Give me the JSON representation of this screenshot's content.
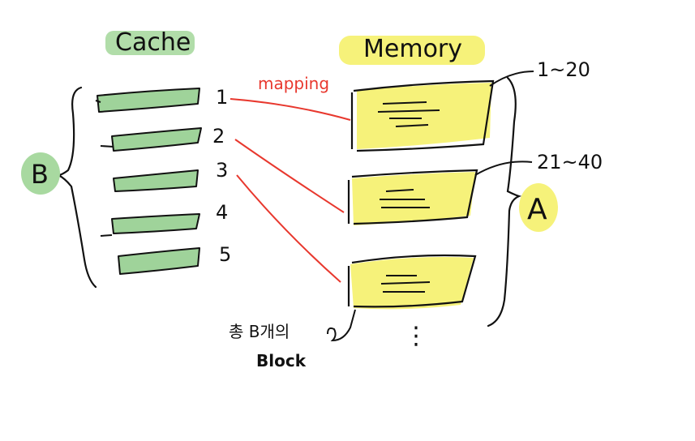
{
  "cache": {
    "title": "Cache",
    "size_label": "B",
    "lines": [
      {
        "number": "1"
      },
      {
        "number": "2"
      },
      {
        "number": "3"
      },
      {
        "number": "4"
      },
      {
        "number": "5"
      }
    ]
  },
  "memory": {
    "title": "Memory",
    "size_label": "A",
    "blocks": [
      {
        "range": "1~20"
      },
      {
        "range": "21~40"
      },
      {
        "range": ""
      }
    ],
    "ellipsis": "⋮"
  },
  "mapping_label": "mapping",
  "footnote": {
    "line1": "총 B개의",
    "line2": "Block"
  },
  "colors": {
    "green_highlight": "#a8d9a0",
    "cache_line_fill": "#9fd39a",
    "yellow_highlight": "#f6f27a",
    "mapping_red": "#e8382e",
    "ink": "#111111"
  }
}
